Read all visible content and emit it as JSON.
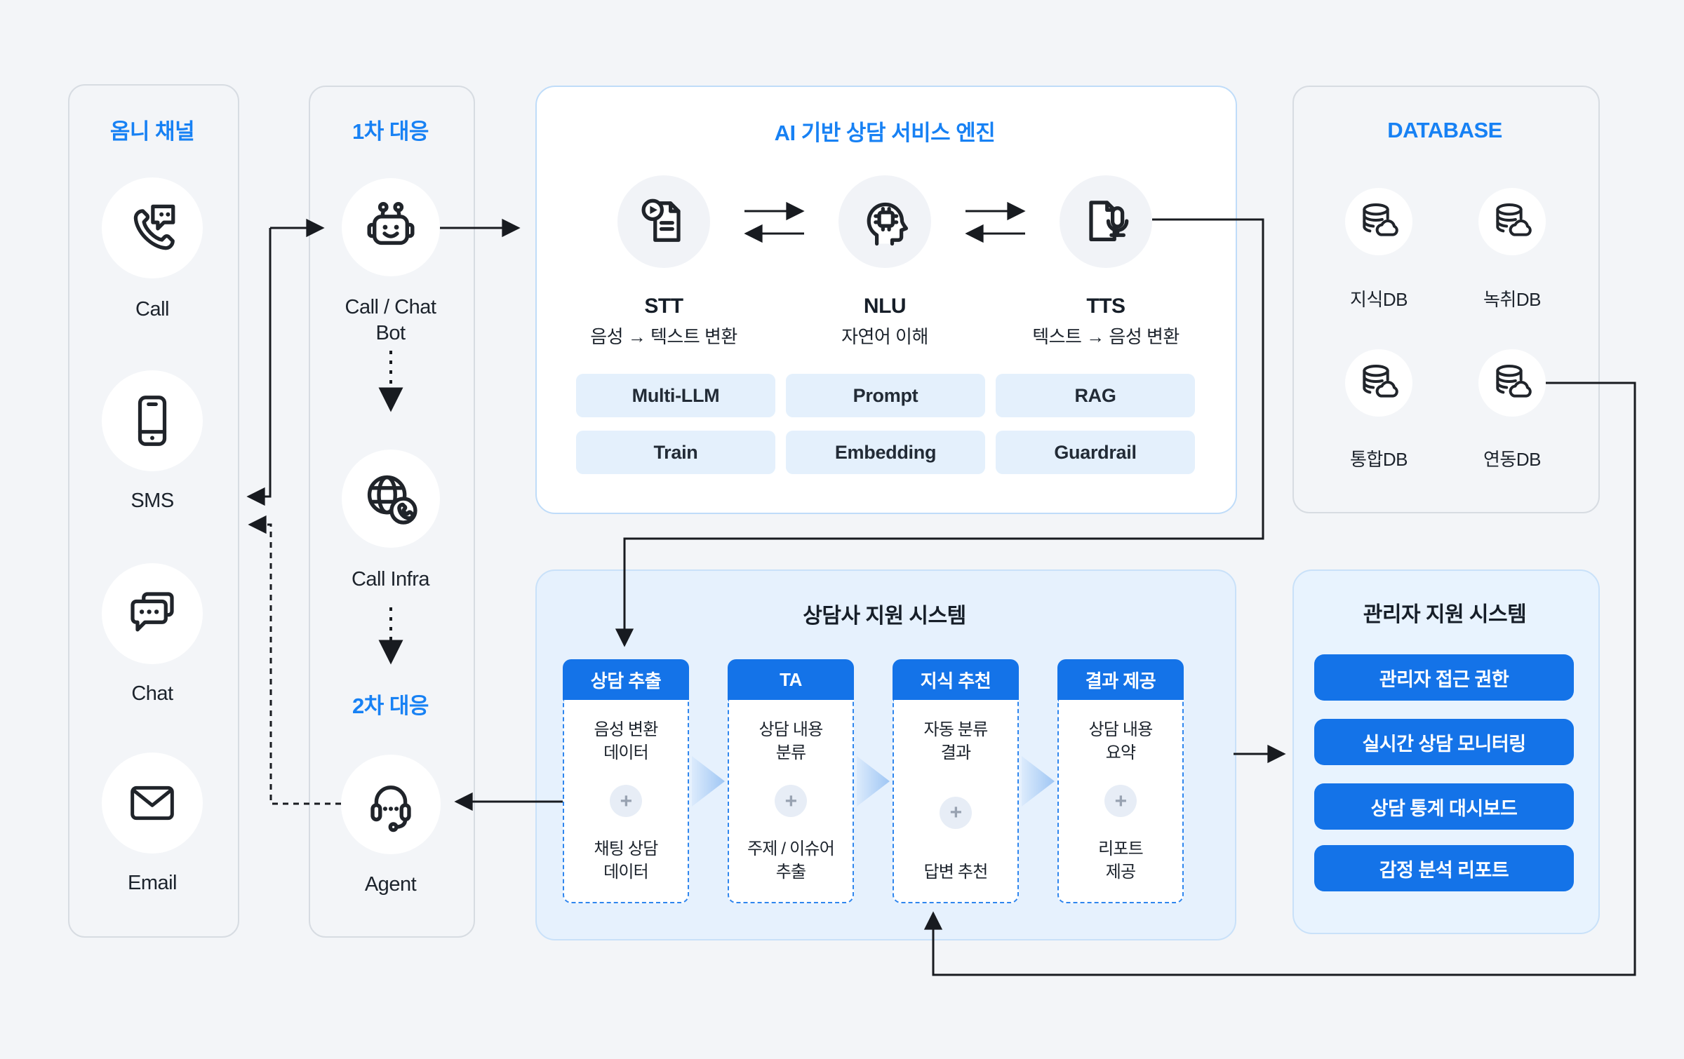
{
  "colors": {
    "page_bg": "#F3F5F8",
    "accent_blue": "#1781F4",
    "button_blue": "#1473E8",
    "chip_bg": "#E4F0FC",
    "support_box_bg": "#E6F1FD",
    "line_black": "#181B20"
  },
  "omni": {
    "title": "옴니 채널",
    "items": [
      {
        "label": "Call",
        "icon": "phone-chat-icon"
      },
      {
        "label": "SMS",
        "icon": "smartphone-icon"
      },
      {
        "label": "Chat",
        "icon": "chat-bubbles-icon"
      },
      {
        "label": "Email",
        "icon": "envelope-icon"
      }
    ]
  },
  "response": {
    "primary_title": "1차 대응",
    "secondary_title": "2차 대응",
    "bot_label": "Call / Chat\nBot",
    "bot_icon": "robot-icon",
    "infra_label": "Call Infra",
    "infra_icon": "globe-phone-icon",
    "agent_label": "Agent",
    "agent_icon": "headset-icon"
  },
  "engine": {
    "title": "AI 기반 상담 서비스 엔진",
    "modules": [
      {
        "name": "STT",
        "desc": "음성 → 텍스트 변환",
        "icon": "doc-play-icon"
      },
      {
        "name": "NLU",
        "desc": "자연어 이해",
        "icon": "head-chip-icon"
      },
      {
        "name": "TTS",
        "desc": "텍스트 → 음성 변환",
        "icon": "doc-mic-icon"
      }
    ],
    "chips": [
      "Multi-LLM",
      "Prompt",
      "RAG",
      "Train",
      "Embedding",
      "Guardrail"
    ]
  },
  "database": {
    "title": "DATABASE",
    "icon": "database-cloud-icon",
    "items": [
      {
        "label": "지식DB"
      },
      {
        "label": "녹취DB"
      },
      {
        "label": "통합DB"
      },
      {
        "label": "연동DB"
      }
    ]
  },
  "agent_support": {
    "title": "상담사 지원 시스템",
    "cards": [
      {
        "header": "상담 추출",
        "top": "음성 변환\n데이터",
        "bottom": "채팅 상담\n데이터"
      },
      {
        "header": "TA",
        "top": "상담 내용\n분류",
        "bottom": "주제 / 이슈어\n추출"
      },
      {
        "header": "지식 추천",
        "top": "자동 분류\n결과",
        "bottom": "답변 추천"
      },
      {
        "header": "결과 제공",
        "top": "상담 내용\n요약",
        "bottom": "리포트\n제공"
      }
    ]
  },
  "admin_support": {
    "title": "관리자 지원 시스템",
    "buttons": [
      {
        "label": "관리자 접근 권한"
      },
      {
        "label": "실시간 상담 모니터링"
      },
      {
        "label": "상담 통계 대시보드"
      },
      {
        "label": "감정 분석 리포트"
      }
    ]
  }
}
